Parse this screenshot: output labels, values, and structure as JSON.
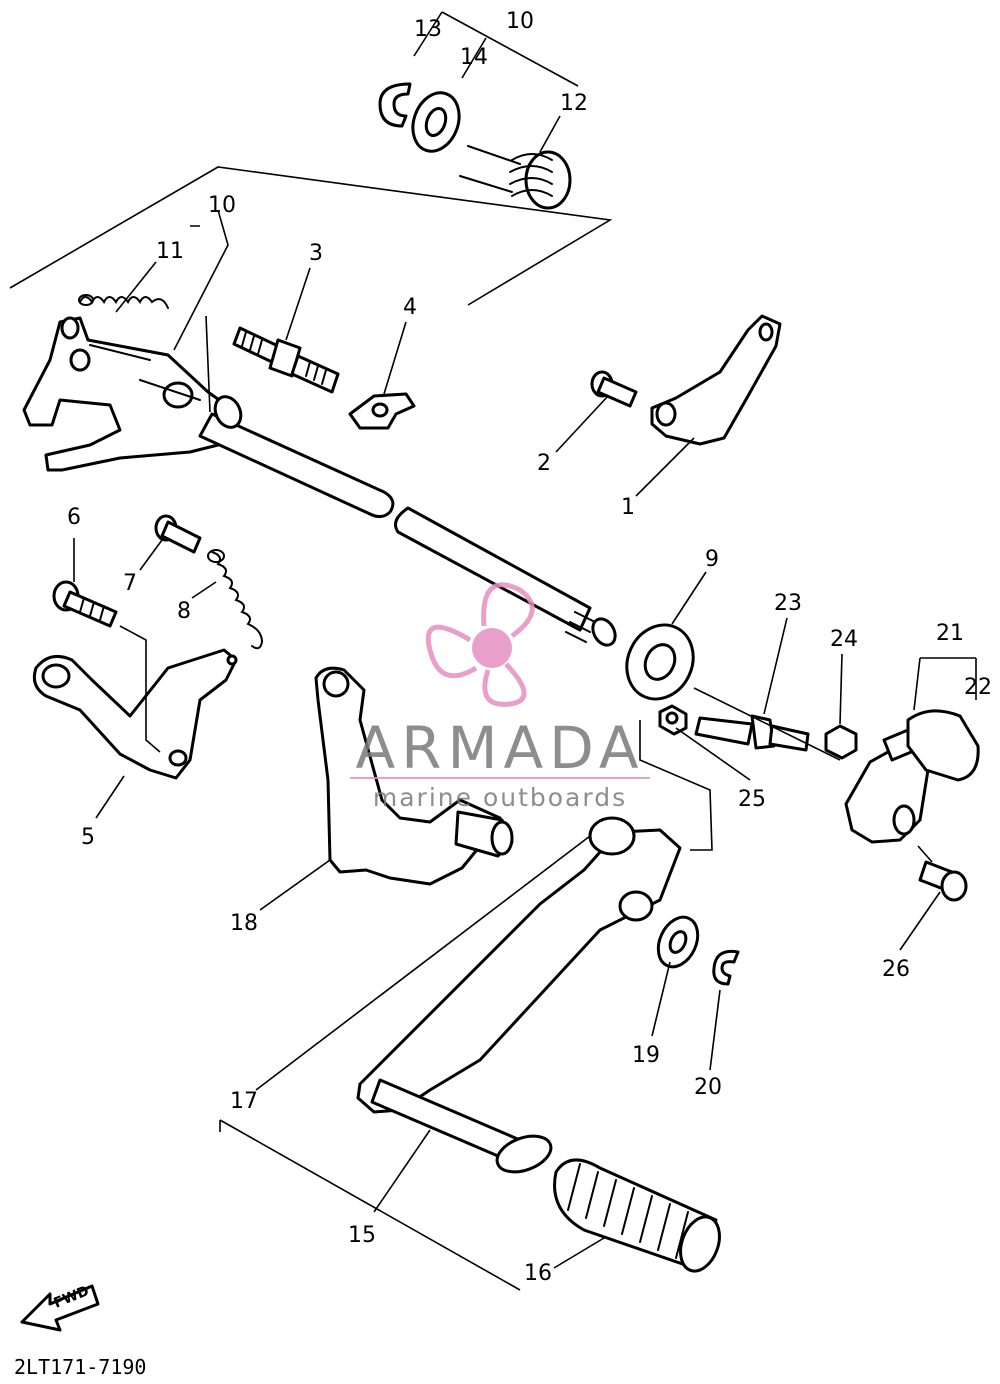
{
  "callouts": [
    {
      "id": "c1",
      "label": "1"
    },
    {
      "id": "c2",
      "label": "2"
    },
    {
      "id": "c3",
      "label": "3"
    },
    {
      "id": "c4",
      "label": "4"
    },
    {
      "id": "c5",
      "label": "5"
    },
    {
      "id": "c6",
      "label": "6"
    },
    {
      "id": "c7",
      "label": "7"
    },
    {
      "id": "c8",
      "label": "8"
    },
    {
      "id": "c9",
      "label": "9"
    },
    {
      "id": "c10a",
      "label": "10"
    },
    {
      "id": "c10b",
      "label": "10"
    },
    {
      "id": "c11",
      "label": "11"
    },
    {
      "id": "c12",
      "label": "12"
    },
    {
      "id": "c13",
      "label": "13"
    },
    {
      "id": "c14",
      "label": "14"
    },
    {
      "id": "c15",
      "label": "15"
    },
    {
      "id": "c16",
      "label": "16"
    },
    {
      "id": "c17",
      "label": "17"
    },
    {
      "id": "c18",
      "label": "18"
    },
    {
      "id": "c19",
      "label": "19"
    },
    {
      "id": "c20",
      "label": "20"
    },
    {
      "id": "c21",
      "label": "21"
    },
    {
      "id": "c22",
      "label": "22"
    },
    {
      "id": "c23",
      "label": "23"
    },
    {
      "id": "c24",
      "label": "24"
    },
    {
      "id": "c25",
      "label": "25"
    },
    {
      "id": "c26",
      "label": "26"
    }
  ],
  "watermark": {
    "title": "ARMADA",
    "subtitle": "marine outboards",
    "title_color": "#7a7a7a",
    "accent_color": "#e58fc0"
  },
  "direction_label": "FWD",
  "diagram_code": "2LT171-7190"
}
